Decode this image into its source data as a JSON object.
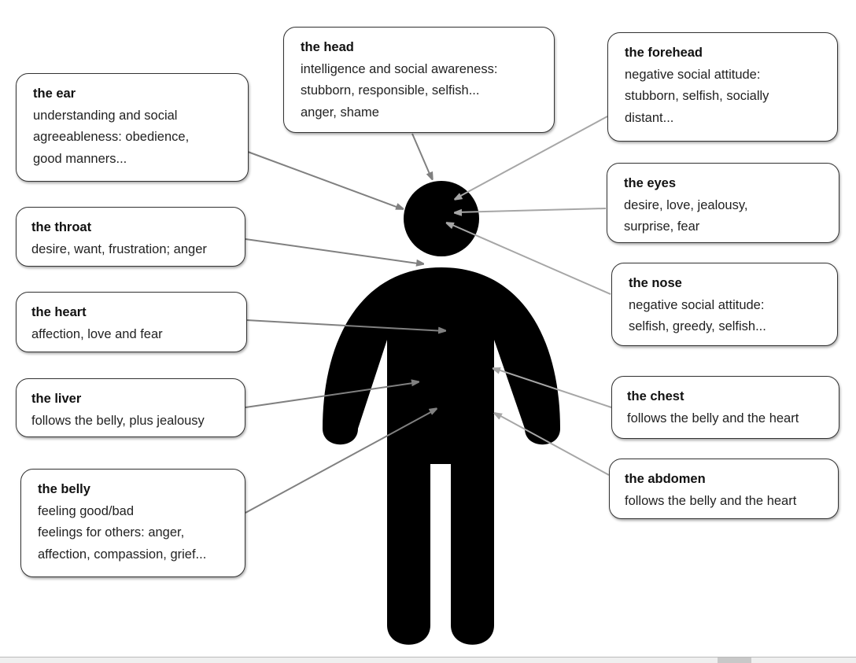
{
  "labels": [
    {
      "id": "head",
      "title": "the head",
      "lines": [
        "intelligence and social awareness:",
        "stubborn, responsible, selfish...",
        "anger, shame"
      ]
    },
    {
      "id": "forehead",
      "title": "the forehead",
      "lines": [
        "negative social attitude:",
        "stubborn, selfish, socially",
        "distant..."
      ]
    },
    {
      "id": "ear",
      "title": "the ear",
      "lines": [
        "understanding and social",
        "agreeableness: obedience,",
        "good manners..."
      ]
    },
    {
      "id": "eyes",
      "title": "the eyes",
      "lines": [
        "desire, love, jealousy,",
        "surprise, fear"
      ]
    },
    {
      "id": "throat",
      "title": "the throat",
      "lines": [
        "desire, want, frustration; anger"
      ]
    },
    {
      "id": "nose",
      "title": "the nose",
      "lines": [
        "negative social attitude:",
        "selfish, greedy, selfish..."
      ]
    },
    {
      "id": "heart",
      "title": "the heart",
      "lines": [
        "affection, love and fear"
      ]
    },
    {
      "id": "liver",
      "title": "the liver",
      "lines": [
        "follows the belly, plus jealousy"
      ]
    },
    {
      "id": "chest",
      "title": "the chest",
      "lines": [
        "follows the belly and the heart"
      ]
    },
    {
      "id": "belly",
      "title": "the belly",
      "lines": [
        "feeling good/bad",
        "feelings for others: anger,",
        "affection, compassion, grief..."
      ]
    },
    {
      "id": "abdomen",
      "title": "the abdomen",
      "lines": [
        "follows the belly and the heart"
      ]
    }
  ],
  "colors": {
    "figure": "#000000",
    "arrow_left": "#808080",
    "arrow_right": "#a6a6a6"
  }
}
